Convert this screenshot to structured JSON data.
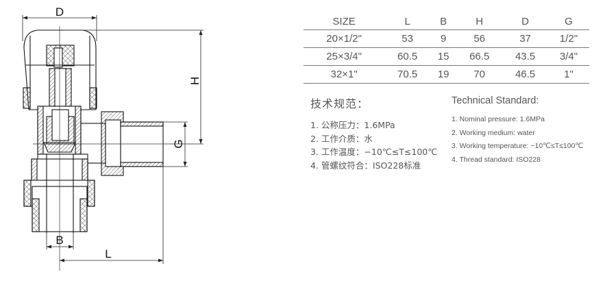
{
  "drawing": {
    "dimension_labels": {
      "D": "D",
      "H": "H",
      "G": "G",
      "B": "B",
      "L": "L"
    }
  },
  "table": {
    "headers": [
      "SIZE",
      "L",
      "B",
      "H",
      "D",
      "G"
    ],
    "rows": [
      [
        "20×1/2\"",
        "53",
        "9",
        "56",
        "37",
        "1/2\""
      ],
      [
        "25×3/4\"",
        "60.5",
        "15",
        "66.5",
        "43.5",
        "3/4\""
      ],
      [
        "32×1\"",
        "70.5",
        "19",
        "70",
        "46.5",
        "1\""
      ]
    ]
  },
  "spec_cn": {
    "title": "技术规范：",
    "items": [
      "1. 公称压力：1.6MPa",
      "2. 工作介质：水",
      "3. 工作温度：−10℃≤T≤100℃",
      "4. 管螺纹符合：ISO228标准"
    ]
  },
  "spec_en": {
    "title": "Technical Standard:",
    "items": [
      "1. Nominal pressure: 1.6MPa",
      "2. Working medium: water",
      "3. Working temperature: −10℃≤T≤100℃",
      "4. Thread standard: ISO228"
    ]
  }
}
